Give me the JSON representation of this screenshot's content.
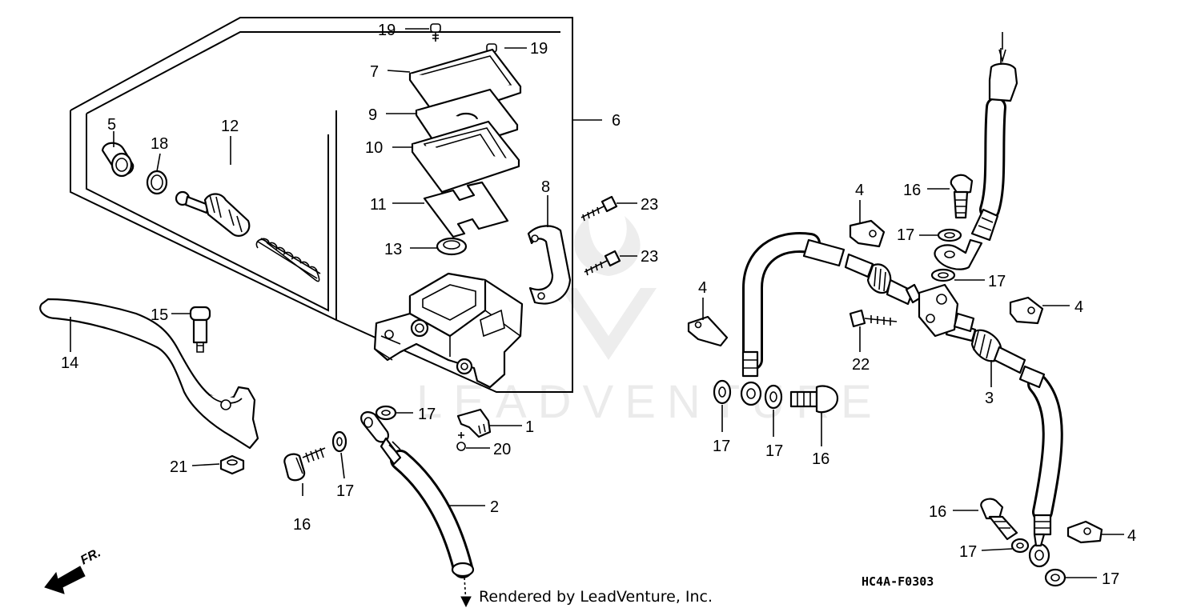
{
  "diagram": {
    "code": "HC4A-F0303",
    "credit": "Rendered by LeadVenture, Inc.",
    "front_label": "FR.",
    "watermark": "LEADVENTURE",
    "callouts": [
      {
        "id": "c19a",
        "label": "19"
      },
      {
        "id": "c19b",
        "label": "19"
      },
      {
        "id": "c7",
        "label": "7"
      },
      {
        "id": "c9",
        "label": "9"
      },
      {
        "id": "c10",
        "label": "10"
      },
      {
        "id": "c6",
        "label": "6"
      },
      {
        "id": "c5",
        "label": "5"
      },
      {
        "id": "c18",
        "label": "18"
      },
      {
        "id": "c12",
        "label": "12"
      },
      {
        "id": "c11",
        "label": "11"
      },
      {
        "id": "c8",
        "label": "8"
      },
      {
        "id": "c13",
        "label": "13"
      },
      {
        "id": "c23a",
        "label": "23"
      },
      {
        "id": "c23b",
        "label": "23"
      },
      {
        "id": "c15",
        "label": "15"
      },
      {
        "id": "c14",
        "label": "14"
      },
      {
        "id": "c21",
        "label": "21"
      },
      {
        "id": "c16a",
        "label": "16"
      },
      {
        "id": "c17a",
        "label": "17"
      },
      {
        "id": "c17b",
        "label": "17"
      },
      {
        "id": "c1",
        "label": "1"
      },
      {
        "id": "c20",
        "label": "20"
      },
      {
        "id": "c2",
        "label": "2"
      },
      {
        "id": "c4a",
        "label": "4"
      },
      {
        "id": "c4b",
        "label": "4"
      },
      {
        "id": "c4c",
        "label": "4"
      },
      {
        "id": "c4d",
        "label": "4"
      },
      {
        "id": "c16b",
        "label": "16"
      },
      {
        "id": "c16c",
        "label": "16"
      },
      {
        "id": "c16d",
        "label": "16"
      },
      {
        "id": "c17c",
        "label": "17"
      },
      {
        "id": "c17d",
        "label": "17"
      },
      {
        "id": "c17e",
        "label": "17"
      },
      {
        "id": "c17f",
        "label": "17"
      },
      {
        "id": "c17g",
        "label": "17"
      },
      {
        "id": "c17h",
        "label": "17"
      },
      {
        "id": "c22",
        "label": "22"
      },
      {
        "id": "c3",
        "label": "3"
      }
    ]
  }
}
